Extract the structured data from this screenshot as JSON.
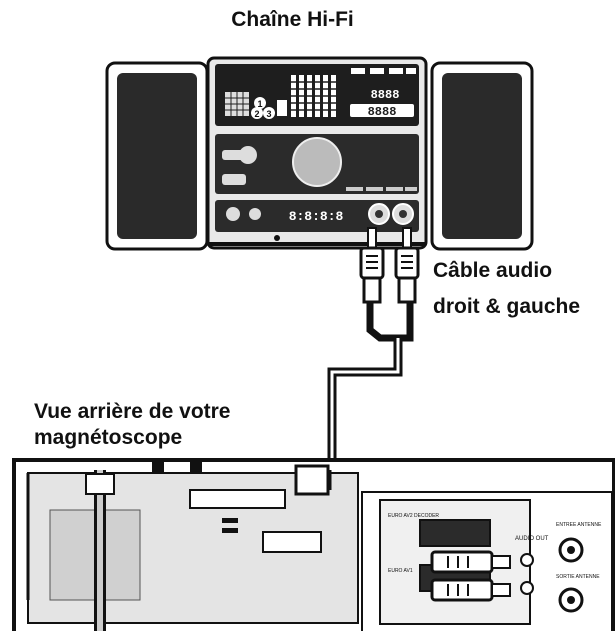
{
  "title": "Chaîne Hi-Fi",
  "cable_label": {
    "line1": "Câble audio",
    "line2": "droit & gauche"
  },
  "vcr_label": {
    "line1": "Vue arrière de votre",
    "line2": "magnétoscope"
  },
  "stereo_display": {
    "digits_left": "8888",
    "digits_right": "8888",
    "time": "8:8:8:8",
    "numbers": [
      "1",
      "2",
      "3"
    ]
  },
  "vcr_panel": {
    "euro_av_decoder": "EURO AV2\nDECODER",
    "euro_av_tv": "EURO AV1",
    "audio_out": "AUDIO\nOUT",
    "antenna_in": "ENTREE\nANTENNE",
    "antenna_out": "SORTIE\nANTENNE"
  },
  "colors": {
    "ink": "#111111",
    "panel": "#2b2b2b",
    "gray": "#cfcfcf"
  }
}
